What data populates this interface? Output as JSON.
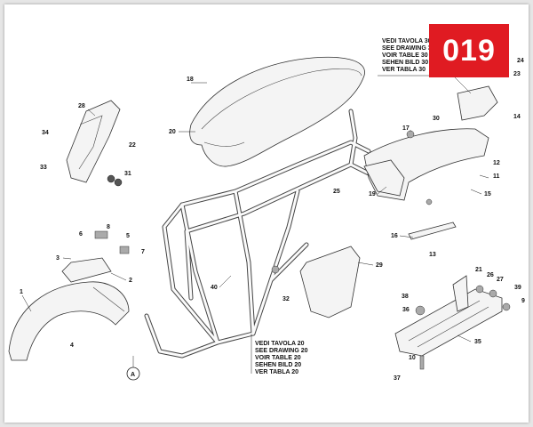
{
  "page_code": "019",
  "notes": {
    "top": [
      "VEDI TAVOLA 30",
      "SEE DRAWING 30",
      "VOIR TABLE 30",
      "SEHEN BILD 30",
      "VER TABLA 30"
    ],
    "bottom": [
      "VEDI TAVOLA 20",
      "SEE DRAWING 20",
      "VOIR TABLE 20",
      "SEHEN BILD 20",
      "VER TABLA 20"
    ]
  },
  "ref_marker": "A",
  "labels": [
    "1",
    "2",
    "3",
    "4",
    "5",
    "6",
    "7",
    "8",
    "9",
    "10",
    "11",
    "12",
    "13",
    "14",
    "15",
    "16",
    "17",
    "18",
    "19",
    "20",
    "21",
    "22",
    "23",
    "24",
    "25",
    "26",
    "27",
    "28",
    "29",
    "30",
    "31",
    "32",
    "33",
    "34",
    "35",
    "36",
    "37",
    "38",
    "39",
    "40"
  ]
}
